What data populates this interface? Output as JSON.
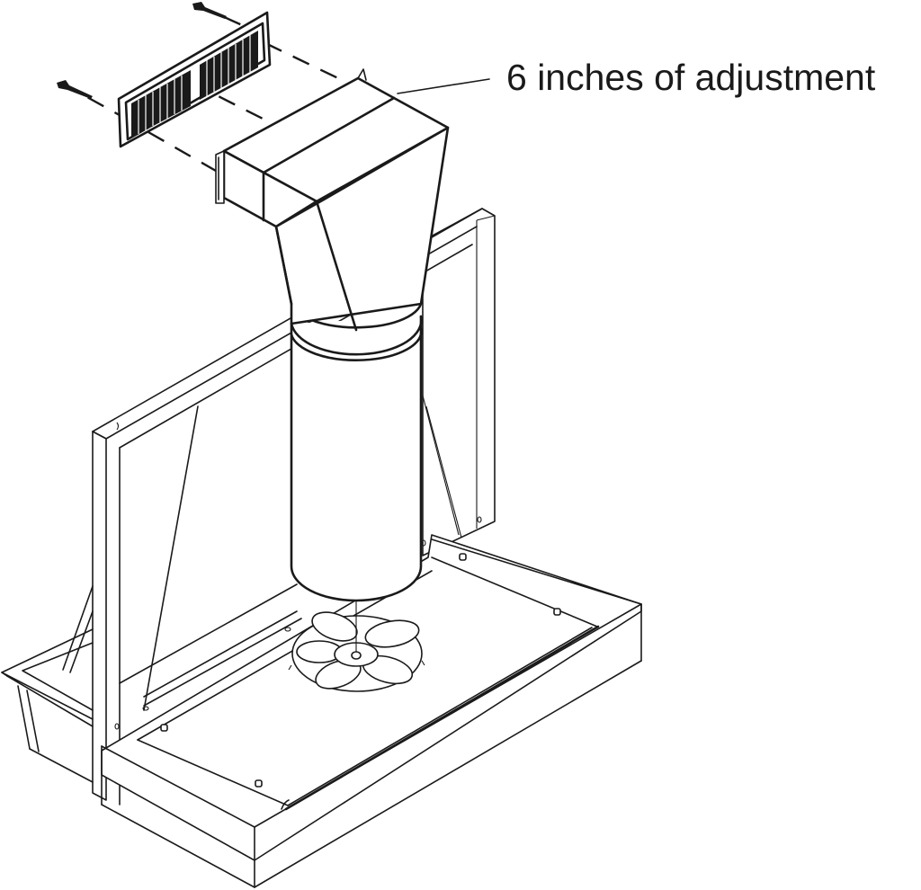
{
  "diagram": {
    "subject": "range hood installation with adjustable duct transition and wall cap",
    "callout": {
      "label": "6 inches of adjustment",
      "target": "duct-transition-extension"
    },
    "components": [
      "wall-cap-grille",
      "mounting-screws",
      "duct-transition-extension",
      "rectangular-to-round-duct",
      "round-duct",
      "blower-fan",
      "hood-body",
      "cabinet-frame"
    ],
    "colors": {
      "line": "#1a1a1a",
      "background": "#ffffff"
    }
  }
}
